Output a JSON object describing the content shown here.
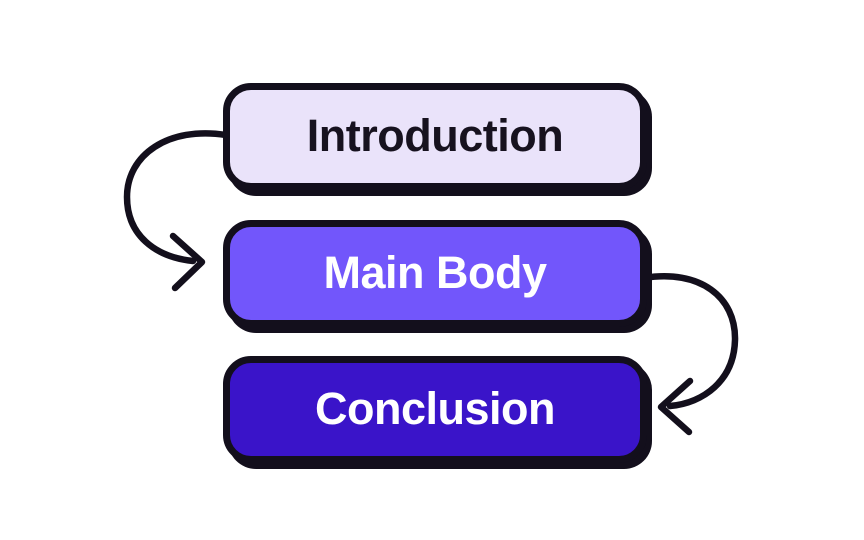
{
  "canvas": {
    "background_color": "#FFFFFF"
  },
  "diagram": {
    "type": "flow",
    "stroke_color": "#130F1C",
    "nodes": [
      {
        "id": "introduction",
        "label": "Introduction",
        "fill": "#EAE3FA",
        "text_color": "#17121F"
      },
      {
        "id": "main-body",
        "label": "Main Body",
        "fill": "#7256FB",
        "text_color": "#FFFFFF"
      },
      {
        "id": "conclusion",
        "label": "Conclusion",
        "fill": "#3A14C9",
        "text_color": "#FFFFFF"
      }
    ],
    "connectors": [
      {
        "from": "introduction",
        "to": "main-body",
        "side": "left",
        "style": "curved-arrow"
      },
      {
        "from": "main-body",
        "to": "conclusion",
        "side": "right",
        "style": "curved-arrow"
      }
    ]
  }
}
